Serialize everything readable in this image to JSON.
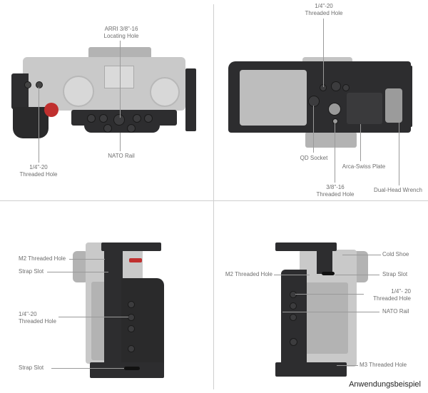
{
  "panels": {
    "top_view": {
      "labels": {
        "arri": [
          "ARRI 3/8\"-16",
          "Locating Hole"
        ],
        "nato": "NATO Rail",
        "threaded": [
          "1/4\"-20",
          "Threaded Hole"
        ]
      }
    },
    "bottom_view": {
      "labels": {
        "threaded_14": [
          "1/4\"-20",
          "Threaded Hole"
        ],
        "qd": "QD Socket",
        "arca": "Arca-Swiss Plate",
        "threaded_38": [
          "3/8\"-16",
          "Threaded Hole"
        ],
        "wrench": "Dual-Head Wrench"
      }
    },
    "left_side": {
      "labels": {
        "m2": "M2 Threaded Hole",
        "strap_top": "Strap Slot",
        "threaded": [
          "1/4\"-20",
          "Threaded Hole"
        ],
        "strap_bottom": "Strap Slot"
      }
    },
    "right_side": {
      "labels": {
        "cold_shoe": "Cold Shoe",
        "m2": "M2 Threaded Hole",
        "strap": "Strap Slot",
        "threaded": [
          "1/4\"- 20",
          "Threaded Hole"
        ],
        "nato": "NATO Rail",
        "m3": "M3 Threaded Hole"
      }
    }
  },
  "caption": "Anwendungsbeispiel",
  "colors": {
    "cage": "#2d2d2f",
    "camera": "#c9c9c9",
    "accent_red": "#c0302f",
    "label": "#6e6e6e"
  }
}
